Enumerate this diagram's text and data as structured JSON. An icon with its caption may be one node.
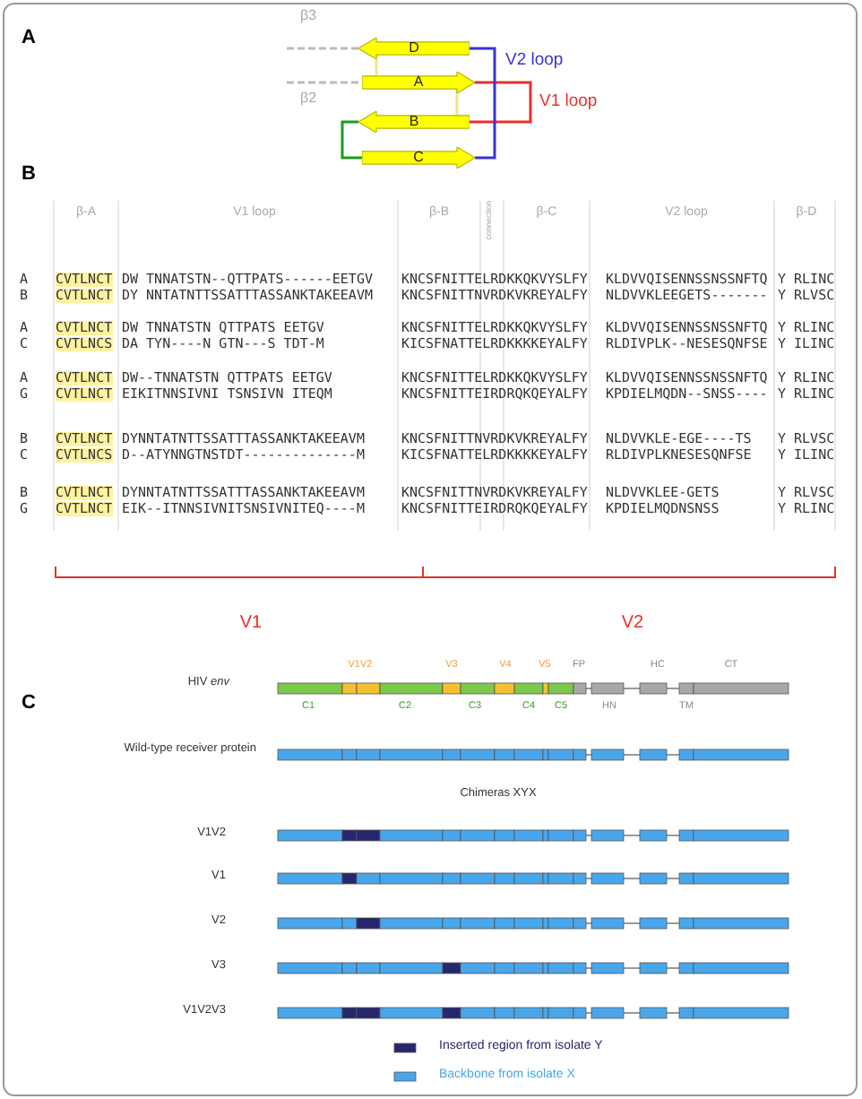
{
  "diagram": {
    "nodes": [
      {
        "text": [
          "D"
        ]
      },
      {
        "text": [
          "A"
        ]
      },
      {
        "text": [
          "B"
        ]
      },
      {
        "text": [
          "C"
        ]
      }
    ],
    "edges": [
      {
        "from": 1,
        "to": 2,
        "arrow": "none",
        "label": "V1 loop",
        "color": "#e8302a"
      },
      {
        "from": 0,
        "to": 3,
        "arrow": "none",
        "label": "V2 loop",
        "color": "#3b32d6"
      },
      {
        "from": 2,
        "to": 3,
        "arrow": "none",
        "color": "#1f9a1f"
      },
      {
        "from": 0,
        "to": 1,
        "arrow": "none",
        "color": "#ece88c"
      },
      {
        "from": 1,
        "to": 2,
        "arrow": "none",
        "color": "#ece88c"
      },
      {
        "from": null,
        "to": 1,
        "arrow": "none",
        "style": "dashed",
        "color": "#bbbbbb"
      },
      {
        "from": 0,
        "to": null,
        "arrow": "none",
        "style": "dashed",
        "color": "#bbbbbb"
      }
    ],
    "labels": [
      "A",
      "β3",
      "β2",
      "B",
      "β-A",
      "V1 loop",
      "β-B",
      "connection",
      "β-C",
      "V2 loop",
      "β-D",
      "A",
      "CVTLNCT",
      "DW TNNATSTN--QTTPATS------EETGV",
      "KNCSFNITTELRDKKQKVYSLFY",
      "KLDVVQISENNSSNSSNFTQ",
      "Y RLINC",
      "B",
      "CVTLNCT",
      "DY NNTATNTTSSATTTASSANKTAKEEAVM",
      "KNCSFNITTNVRDKVKREYALFY",
      "NLDVVKLEEGETS-------",
      "Y RLVSC",
      "A",
      "CVTLNCT",
      "DW TNNATSTN QTTPATS EETGV",
      "KNCSFNITTELRDKKQKVYSLFY",
      "KLDVVQISENNSSNSSNFTQ",
      "Y RLINC",
      "C",
      "CVTLNCS",
      "DA TYN----N GTN---S TDT-M",
      "KICSFNATTELRDKKKKEYALFY",
      "RLDIVPLK--NESESQNFSE",
      "Y ILINC",
      "A",
      "CVTLNCT",
      "DW--TNNATSTN QTTPATS EETGV",
      "KNCSFNITTELRDKKQKVYSLFY",
      "KLDVVQISENNSSNSSNFTQ",
      "Y RLINC",
      "G",
      "CVTLNCT",
      "EIKITNNSIVNI TSNSIVN ITEQM",
      "KNCSFNITTEIRDRQKQEYALFY",
      "KPDIELMQDN--SNSS----",
      "Y RLINC",
      "B",
      "CVTLNCT",
      "DYNNTATNTTSSATTTASSANKTAKEEAVM",
      "KNCSFNITTNVRDKVKREYALFY",
      "NLDVVKLE-EGE----TS",
      "Y RLVSC",
      "C",
      "CVTLNCS",
      "D--ATYNNGTNSTDT--------------M",
      "KICSFNATTELRDKKKKEYALFY",
      "RLDIVPLKNESESQNFSE",
      "Y ILINC",
      "B",
      "CVTLNCT",
      "DYNNTATNTTSSATTTASSANKTAKEEAVM",
      "KNCSFNITTNVRDKVKREYALFY",
      "NLDVVKLEE-GETS",
      "Y RLVSC",
      "G",
      "CVTLNCT",
      "EIK--ITNNSIVNITSNSIVNITEQ----M",
      "KNCSFNITTEIRDRQKQEYALFY",
      "KPDIELMQDNSNSS",
      "Y RLINC",
      "V1",
      "V2",
      "C",
      "HIV *env*",
      "V1V2",
      "V3",
      "V4",
      "V5",
      "FP",
      "HC",
      "CT",
      "C1",
      "C2",
      "C3",
      "C4",
      "C5",
      "HN",
      "TM",
      "Wild-type receiver protein",
      "Chimeras XYX",
      "V1V2",
      "V1",
      "V2",
      "V3",
      "V1V2V3"
    ],
    "legend": [
      {
        "text": "Inserted region from isolate Y",
        "color": "#27276e"
      },
      {
        "text": "Backbone from isolate X",
        "color": "#4aa6ea"
      }
    ]
  }
}
